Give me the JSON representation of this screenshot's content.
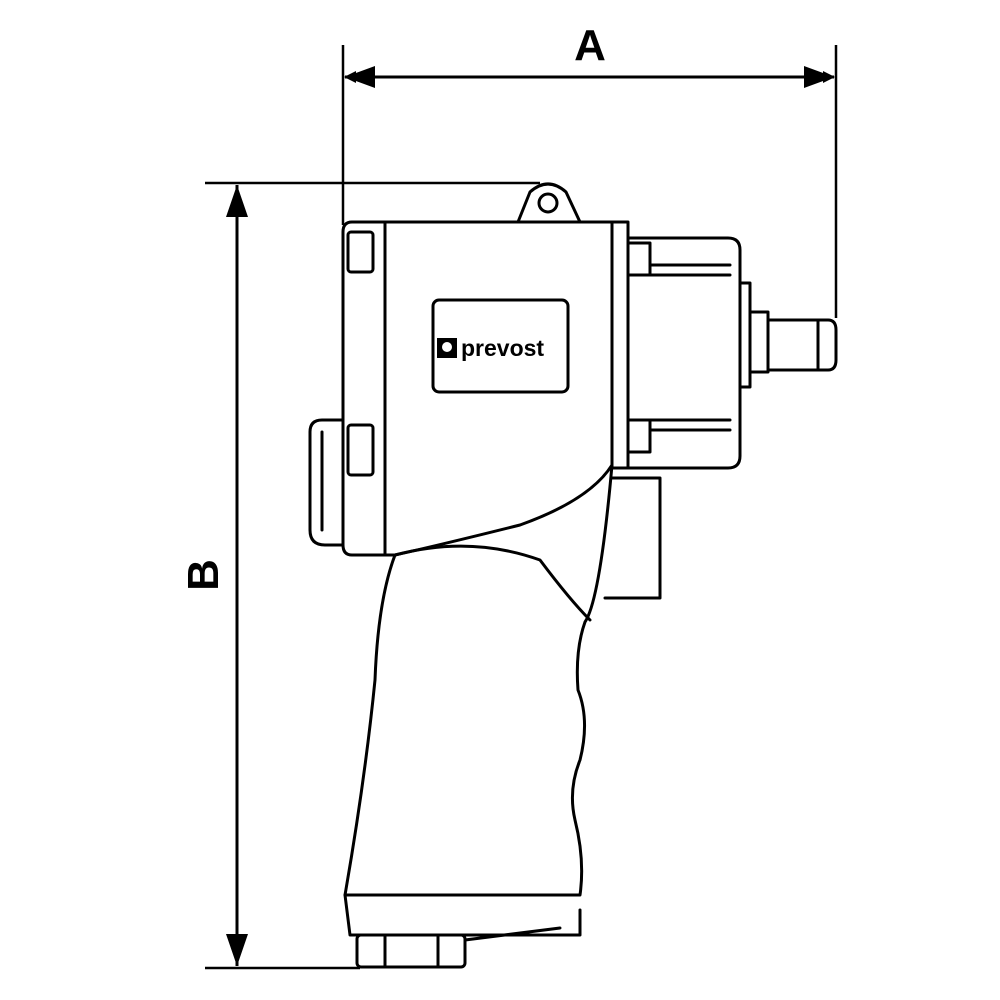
{
  "dimensions": {
    "width_label": "A",
    "height_label": "B"
  },
  "brand": {
    "logo_text": "prevost"
  },
  "colors": {
    "line": "#000000",
    "background": "#ffffff"
  }
}
